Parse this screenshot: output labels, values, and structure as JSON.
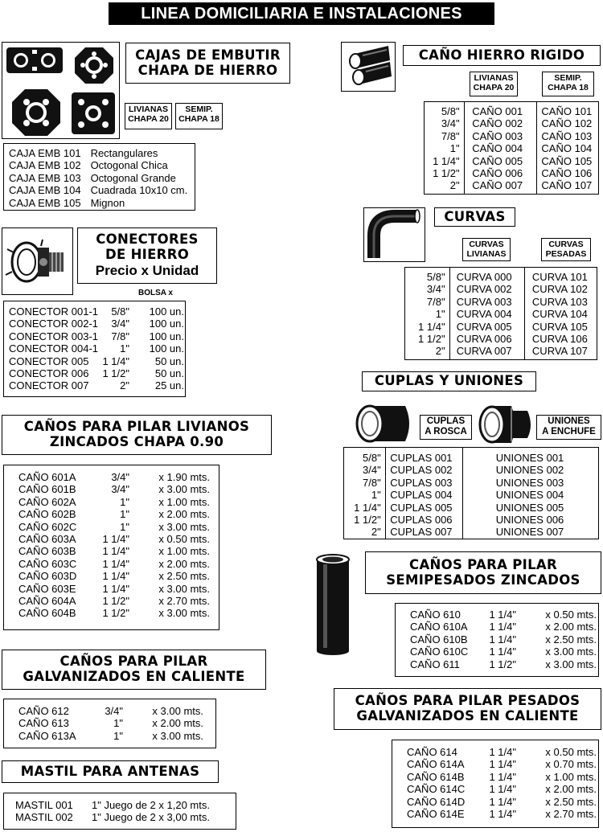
{
  "banner": "LINEA DOMICILIARIA E INSTALACIONES",
  "cajas": {
    "title_l1": "CAJAS DE EMBUTIR",
    "title_l2": "CHAPA DE HIERRO",
    "tag1_l1": "LIVIANAS",
    "tag1_l2": "CHAPA 20",
    "tag2_l1": "SEMIP.",
    "tag2_l2": "CHAPA 18",
    "rows": [
      {
        "code": "CAJA EMB 101",
        "desc": "Rectangulares"
      },
      {
        "code": "CAJA EMB 102",
        "desc": "Octogonal Chica"
      },
      {
        "code": "CAJA EMB 103",
        "desc": "Octogonal Grande"
      },
      {
        "code": "CAJA EMB 104",
        "desc": "Cuadrada 10x10 cm."
      },
      {
        "code": "CAJA EMB 105",
        "desc": "Mignon"
      }
    ]
  },
  "conectores": {
    "title_l1": "CONECTORES",
    "title_l2": "DE HIERRO",
    "title_l3": "Precio x Unidad",
    "bolsa": "BOLSA x",
    "rows": [
      {
        "code": "CONECTOR 001-1",
        "size": "5/8\"",
        "qty": "100 un."
      },
      {
        "code": "CONECTOR 002-1",
        "size": "3/4\"",
        "qty": "100 un."
      },
      {
        "code": "CONECTOR 003-1",
        "size": "7/8\"",
        "qty": "100 un."
      },
      {
        "code": "CONECTOR 004-1",
        "size": "1\"",
        "qty": "100 un."
      },
      {
        "code": "CONECTOR 005",
        "size": "1 1/4\"",
        "qty": "50 un."
      },
      {
        "code": "CONECTOR 006",
        "size": "1 1/2\"",
        "qty": "50 un."
      },
      {
        "code": "CONECTOR 007",
        "size": "2\"",
        "qty": "25 un."
      }
    ]
  },
  "pilar_livianos": {
    "title_l1": "CAÑOS PARA PILAR LIVIANOS",
    "title_l2": "ZINCADOS CHAPA 0.90",
    "rows": [
      {
        "code": "CAÑO 601A",
        "size": "3/4\"",
        "len": "x 1.90 mts."
      },
      {
        "code": "CAÑO 601B",
        "size": "3/4\"",
        "len": "x 3.00 mts."
      },
      {
        "code": "CAÑO 602A",
        "size": "1\"",
        "len": "x 1.00 mts."
      },
      {
        "code": "CAÑO 602B",
        "size": "1\"",
        "len": "x 2.00 mts."
      },
      {
        "code": "CAÑO 602C",
        "size": "1\"",
        "len": "x 3.00 mts."
      },
      {
        "code": "CAÑO 603A",
        "size": "1 1/4\"",
        "len": "x 0.50 mts."
      },
      {
        "code": "CAÑO 603B",
        "size": "1 1/4\"",
        "len": "x 1.00 mts."
      },
      {
        "code": "CAÑO 603C",
        "size": "1 1/4\"",
        "len": "x 2.00 mts."
      },
      {
        "code": "CAÑO 603D",
        "size": "1 1/4\"",
        "len": "x 2.50 mts."
      },
      {
        "code": "CAÑO 603E",
        "size": "1 1/4\"",
        "len": "x 3.00 mts."
      },
      {
        "code": "CAÑO 604A",
        "size": "1 1/2\"",
        "len": "x 2.70 mts."
      },
      {
        "code": "CAÑO 604B",
        "size": "1 1/2\"",
        "len": "x 3.00 mts."
      }
    ]
  },
  "pilar_galv": {
    "title_l1": "CAÑOS PARA PILAR",
    "title_l2": "GALVANIZADOS EN CALIENTE",
    "rows": [
      {
        "code": "CAÑO 612",
        "size": "3/4\"",
        "len": "x 3.00 mts."
      },
      {
        "code": "CAÑO 613",
        "size": "1\"",
        "len": "x 2.00 mts."
      },
      {
        "code": "CAÑO 613A",
        "size": "1\"",
        "len": "x 3.00 mts."
      }
    ]
  },
  "mastil": {
    "title": "MASTIL PARA ANTENAS",
    "rows": [
      {
        "code": "MASTIL 001",
        "desc": "1\" Juego de 2 x 1,20 mts."
      },
      {
        "code": "MASTIL 002",
        "desc": "1\" Juego de 2 x 3,00 mts."
      }
    ]
  },
  "cano_rigido": {
    "title": "CAÑO HIERRO RIGIDO",
    "tag1_l1": "LIVIANAS",
    "tag1_l2": "CHAPA 20",
    "tag2_l1": "SEMIP.",
    "tag2_l2": "CHAPA 18",
    "rows": [
      {
        "size": "5/8\"",
        "a": "CAÑO 001",
        "b": "CAÑO 101"
      },
      {
        "size": "3/4\"",
        "a": "CAÑO 002",
        "b": "CAÑO 102"
      },
      {
        "size": "7/8\"",
        "a": "CAÑO 003",
        "b": "CAÑO 103"
      },
      {
        "size": "1\"",
        "a": "CAÑO 004",
        "b": "CAÑO 104"
      },
      {
        "size": "1 1/4\"",
        "a": "CAÑO 005",
        "b": "CAÑO 105"
      },
      {
        "size": "1 1/2\"",
        "a": "CAÑO 006",
        "b": "CAÑO 106"
      },
      {
        "size": "2\"",
        "a": "CAÑO 007",
        "b": "CAÑO 107"
      }
    ]
  },
  "curvas": {
    "title": "CURVAS",
    "tag1_l1": "CURVAS",
    "tag1_l2": "LIVIANAS",
    "tag2_l1": "CURVAS",
    "tag2_l2": "PESADAS",
    "rows": [
      {
        "size": "5/8\"",
        "a": "CURVA 000",
        "b": "CURVA 101"
      },
      {
        "size": "3/4\"",
        "a": "CURVA 002",
        "b": "CURVA 102"
      },
      {
        "size": "7/8\"",
        "a": "CURVA 003",
        "b": "CURVA 103"
      },
      {
        "size": "1\"",
        "a": "CURVA 004",
        "b": "CURVA 104"
      },
      {
        "size": "1 1/4\"",
        "a": "CURVA 005",
        "b": "CURVA 105"
      },
      {
        "size": "1 1/2\"",
        "a": "CURVA 006",
        "b": "CURVA 106"
      },
      {
        "size": "2\"",
        "a": "CURVA 007",
        "b": "CURVA 107"
      }
    ]
  },
  "cuplas": {
    "title": "CUPLAS Y UNIONES",
    "tag1_l1": "CUPLAS",
    "tag1_l2": "A ROSCA",
    "tag2_l1": "UNIONES",
    "tag2_l2": "A ENCHUFE",
    "rows": [
      {
        "size": "5/8\"",
        "a": "CUPLAS 001",
        "b": "UNIONES 001"
      },
      {
        "size": "3/4\"",
        "a": "CUPLAS 002",
        "b": "UNIONES 002"
      },
      {
        "size": "7/8\"",
        "a": "CUPLAS 003",
        "b": "UNIONES 003"
      },
      {
        "size": "1\"",
        "a": "CUPLAS 004",
        "b": "UNIONES 004"
      },
      {
        "size": "1 1/4\"",
        "a": "CUPLAS 005",
        "b": "UNIONES 005"
      },
      {
        "size": "1 1/2\"",
        "a": "CUPLAS 006",
        "b": "UNIONES 006"
      },
      {
        "size": "2\"",
        "a": "CUPLAS 007",
        "b": "UNIONES 007"
      }
    ]
  },
  "pilar_semi": {
    "title_l1": "CAÑOS PARA PILAR",
    "title_l2": "SEMIPESADOS ZINCADOS",
    "rows": [
      {
        "code": "CAÑO 610",
        "size": "1 1/4\"",
        "len": "x 0.50 mts."
      },
      {
        "code": "CAÑO 610A",
        "size": "1 1/4\"",
        "len": "x 2.00 mts."
      },
      {
        "code": "CAÑO 610B",
        "size": "1 1/4\"",
        "len": "x 2.50 mts."
      },
      {
        "code": "CAÑO 610C",
        "size": "1 1/4\"",
        "len": "x 3.00 mts."
      },
      {
        "code": "CAÑO 611",
        "size": "1 1/2\"",
        "len": "x 3.00 mts."
      }
    ]
  },
  "pilar_pesados": {
    "title_l1": "CAÑOS PARA PILAR PESADOS",
    "title_l2": "GALVANIZADOS EN CALIENTE",
    "rows": [
      {
        "code": "CAÑO 614",
        "size": "1 1/4\"",
        "len": "x 0.50 mts."
      },
      {
        "code": "CAÑO 614A",
        "size": "1 1/4\"",
        "len": "x 0.70 mts."
      },
      {
        "code": "CAÑO 614B",
        "size": "1 1/4\"",
        "len": "x 1.00 mts."
      },
      {
        "code": "CAÑO 614C",
        "size": "1 1/4\"",
        "len": "x 2.00 mts."
      },
      {
        "code": "CAÑO 614D",
        "size": "1 1/4\"",
        "len": "x 2.50 mts."
      },
      {
        "code": "CAÑO 614E",
        "size": "1 1/4\"",
        "len": "x 2.70 mts."
      }
    ]
  }
}
